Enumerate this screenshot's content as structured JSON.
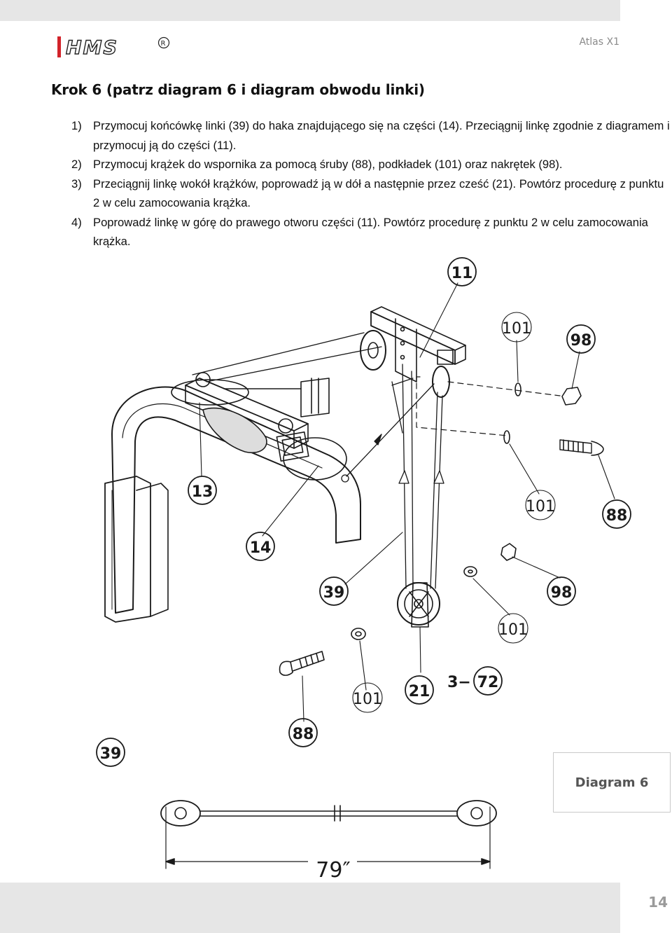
{
  "header": {
    "logo_text": "HMS",
    "logo_reg": "®",
    "model": "Atlas X1"
  },
  "content": {
    "title": "Krok 6 (patrz diagram 6 i diagram obwodu linki)",
    "steps": [
      {
        "num": "1)",
        "text": "Przymocuj końcówkę linki (39) do haka znajdującego się na części (14). Przeciągnij linkę zgodnie z diagramem i przymocuj ją do części (11)."
      },
      {
        "num": "2)",
        "text": "Przymocuj krążek do wspornika za pomocą śruby (88), podkładek (101) oraz nakrętek (98)."
      },
      {
        "num": "3)",
        "text": "Przeciągnij linkę wokół krążków, poprowadź ją w dół a następnie przez cześć (21). Powtórz procedurę z punktu 2 w celu zamocowania krążka."
      },
      {
        "num": "4)",
        "text": "Poprowadź linkę w górę do prawego otworu części (11). Powtórz procedurę z punktu 2 w celu zamocowania krążka."
      }
    ]
  },
  "diagram": {
    "parts": {
      "p11": "11",
      "p101a": "101",
      "p98a": "98",
      "p13": "13",
      "p14": "14",
      "p101b": "101",
      "p88a": "88",
      "p39a": "39",
      "p98b": "98",
      "p101c": "101",
      "p101d": "101",
      "p21": "21",
      "p3": "3−",
      "p72": "72",
      "p88b": "88",
      "p39b": "39"
    },
    "cable_length": "79″",
    "label": "Diagram 6"
  },
  "footer": {
    "page_number": "14"
  },
  "colors": {
    "band": "#e6e6e6",
    "logo_red": "#d2232a",
    "page_number": "#9a9a9a"
  }
}
